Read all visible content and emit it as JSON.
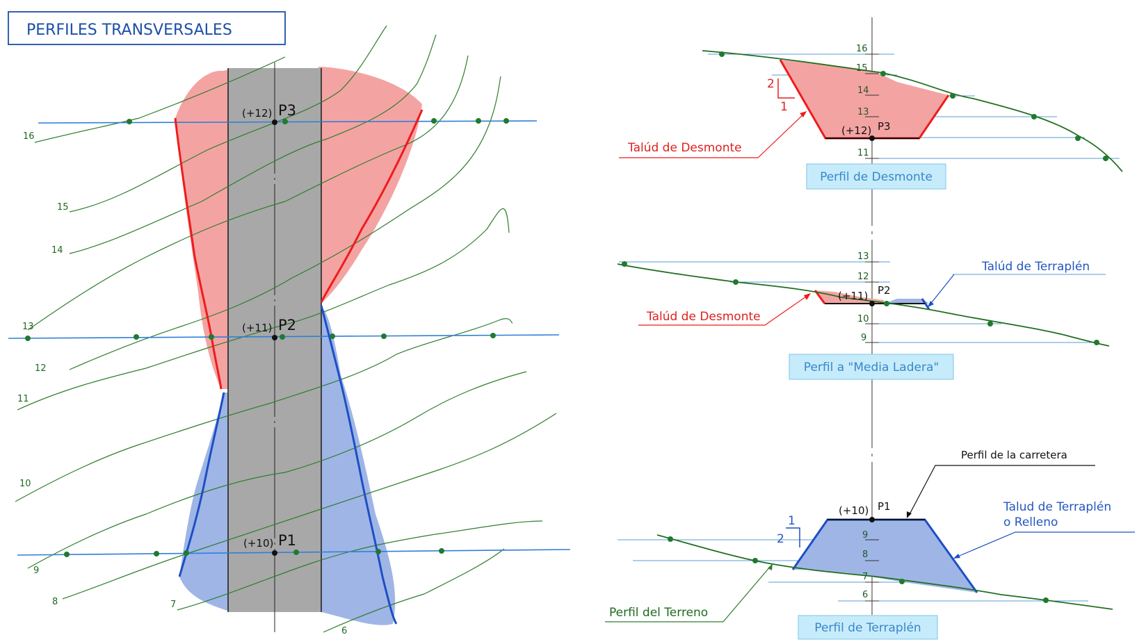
{
  "title": "PERFILES TRANSVERSALES",
  "plan": {
    "contour_labels": [
      "16",
      "15",
      "14",
      "13",
      "12",
      "11",
      "10",
      "9",
      "8",
      "7",
      "6"
    ],
    "points": [
      {
        "name": "P3",
        "elev": "(+12)"
      },
      {
        "name": "P2",
        "elev": "(+11)"
      },
      {
        "name": "P1",
        "elev": "(+10)"
      }
    ]
  },
  "profiles": {
    "desmonte": {
      "box": "Perfil de Desmonte",
      "levels": [
        "16",
        "15",
        "14",
        "13",
        "11"
      ],
      "point": "P3",
      "elev": "(+12)",
      "slope_v": "2",
      "slope_h": "1",
      "talud_label": "Talúd de Desmonte"
    },
    "media": {
      "box": "Perfil a \"Media Ladera\"",
      "levels": [
        "13",
        "12",
        "10",
        "9"
      ],
      "point": "P2",
      "elev": "(+11)",
      "terraplen_label": "Talúd de Terraplén",
      "desmonte_label": "Talúd de Desmonte"
    },
    "terraplen": {
      "box": "Perfil de Terraplén",
      "levels": [
        "9",
        "8",
        "7",
        "6"
      ],
      "point": "P1",
      "elev": "(+10)",
      "slope_h": "1",
      "slope_v": "2",
      "carretera_label": "Perfil de la carretera",
      "relleno_label_1": "Talud de Terraplén",
      "relleno_label_2": "o Relleno",
      "terreno_label": "Perfil del Terreno"
    }
  },
  "colors": {
    "cut": "#f4a3a3",
    "cut_edge": "#ee1c1c",
    "fill": "#9fb5e6",
    "fill_edge": "#1d4fc4",
    "road": "#a8a8a8",
    "label_box": "#c6ecfb"
  }
}
